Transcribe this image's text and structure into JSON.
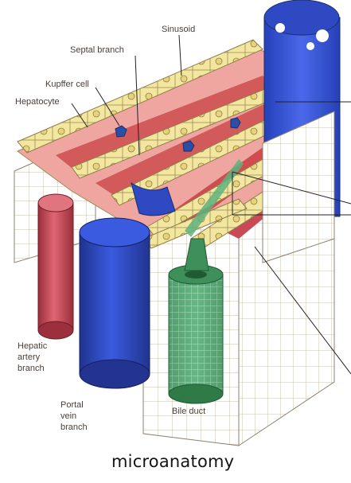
{
  "labels": {
    "sinusoid": "Sinusoid",
    "septal_branch": "Septal branch",
    "kupffer_cell": "Kupffer cell",
    "hepatocyte": "Hepatocyte",
    "hepatic_artery_branch": "Hepatic artery branch",
    "portal_vein_branch": "Portal vein branch",
    "bile_duct": "Bile duct"
  },
  "caption": "microanatomy",
  "colors": {
    "hepatocyte_fill": "#f3e7a0",
    "hepatocyte_outline": "#9c8a55",
    "nucleus": "#e9d77a",
    "sinusoid": "#d35a5a",
    "sinusoid_light": "#f0a6a0",
    "portal_vein": "#2f49c2",
    "hepatic_artery": "#c94a55",
    "bile_duct": "#3f8f5a",
    "bile_duct_grid": "#b8e3c4",
    "kupffer_cell": "#2a4fa8",
    "central_vein": "#3553cc",
    "plain_cells": "#ffffff"
  }
}
